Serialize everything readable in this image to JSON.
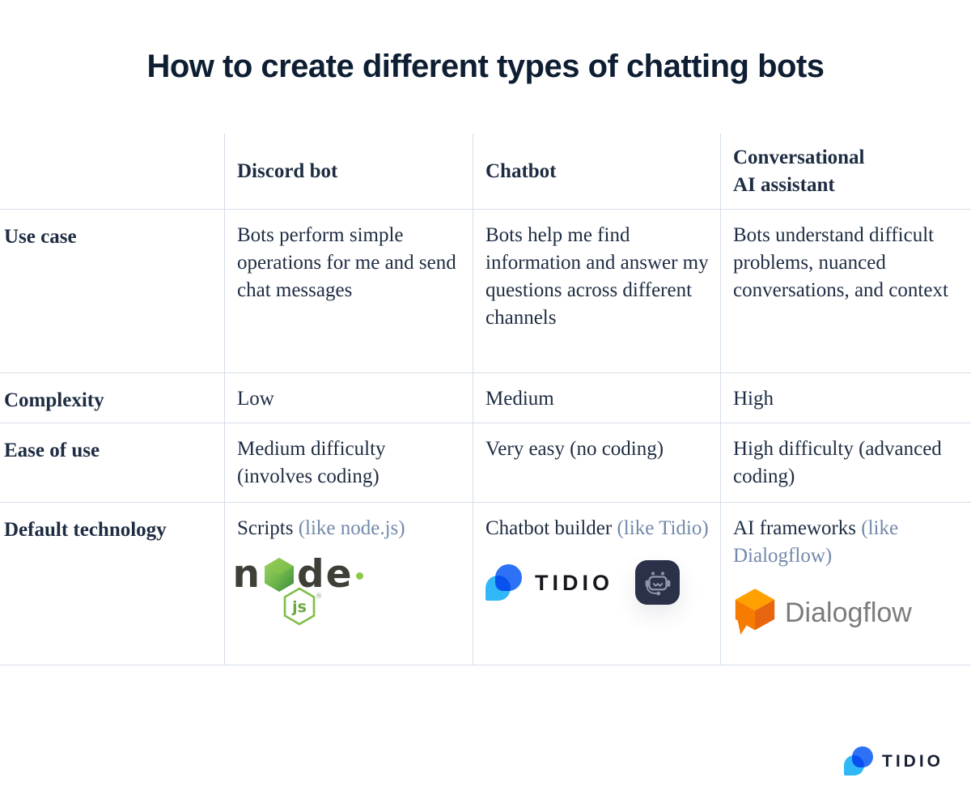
{
  "title": "How to create different types of chatting bots",
  "table": {
    "columns": [
      {
        "title": "Discord bot"
      },
      {
        "title": "Chatbot"
      },
      {
        "title_line1": "Conversational",
        "title_line2": "AI assistant"
      }
    ],
    "rows": [
      {
        "label": "Use case",
        "cells": [
          "Bots perform simple operations for me and send chat messages",
          "Bots help me find information and answer my questions across different channels",
          "Bots understand difficult problems, nuanced conversations, and context"
        ]
      },
      {
        "label": "Complexity",
        "cells": [
          "Low",
          "Medium",
          "High"
        ]
      },
      {
        "label": "Ease of use",
        "cells": [
          "Medium difficulty (involves coding)",
          "Very easy (no coding)",
          "High difficulty (advanced coding)"
        ]
      },
      {
        "label": "Default technology",
        "tech": [
          {
            "main": "Scripts",
            "note": " (like node.js)"
          },
          {
            "main": "Chatbot builder",
            "note": " (like Tidio)"
          },
          {
            "main": "AI frameworks",
            "note": " (like Dialogflow)"
          }
        ]
      }
    ]
  },
  "logos": {
    "nodejs": {
      "pre": "n",
      "post": "de",
      "badge": "js",
      "reg": "®"
    },
    "tidio": {
      "wordmark": "TIDIO"
    },
    "dialogflow": {
      "wordmark": "Dialogflow"
    }
  },
  "footer": {
    "wordmark": "TIDIO"
  },
  "colors": {
    "title_text": "#0e1e33",
    "body_text": "#1e2c42",
    "note_text": "#7289ab",
    "grid_line": "#d6dee8",
    "tidio_blue_dark": "#2d71f6",
    "tidio_blue_light": "#2fb7f8",
    "node_green": "#8cc84b",
    "node_letter_dark": "#3e3f37",
    "dialogflow_orange_top": "#ffa000",
    "dialogflow_orange_left": "#f57c00",
    "dialogflow_orange_right": "#e8650f",
    "dialogflow_text": "#7b7b7b",
    "bot_tile_bg": "#2a3148",
    "bot_glyph": "#8c96ac"
  }
}
